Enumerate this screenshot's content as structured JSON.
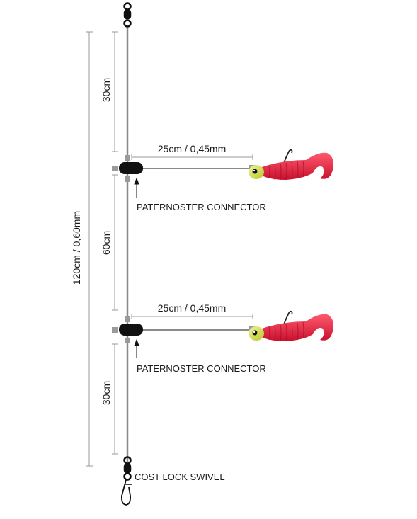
{
  "diagram": {
    "main_line_label": "120cm / 0,60mm",
    "segment_top_label": "30cm",
    "segment_middle_label": "60cm",
    "segment_bottom_label": "30cm",
    "branches": [
      {
        "length_label": "25cm / 0,45mm",
        "connector_label": "PATERNOSTER CONNECTOR"
      },
      {
        "length_label": "25cm / 0,45mm",
        "connector_label": "PATERNOSTER CONNECTOR"
      }
    ],
    "swivel_label": "COST LOCK SWIVEL",
    "colors": {
      "line": "#8a8a8a",
      "connector": "#111111",
      "lure_body": "#e8263f",
      "jig_head": "#d8e24a",
      "dimension": "#999999"
    }
  }
}
